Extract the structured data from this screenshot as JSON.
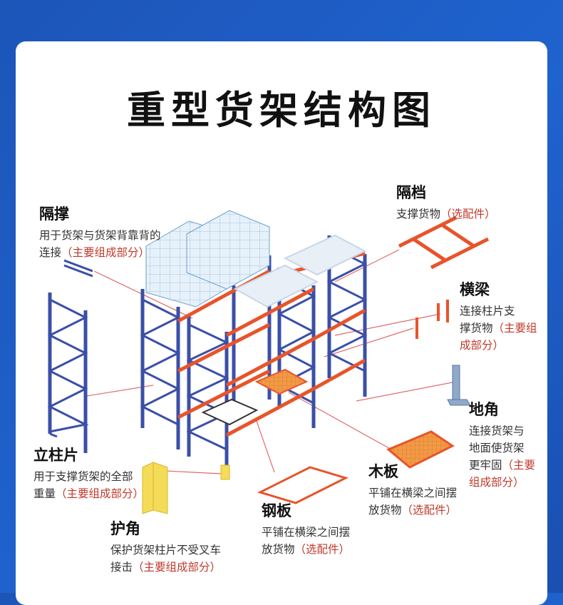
{
  "title": "重型货架结构图",
  "colors": {
    "background": "#1f5fcb",
    "frame_blue": "#3b4fa8",
    "beam_orange": "#e8542a",
    "note_red": "#c0392b",
    "connector_line": "#e06b6b",
    "cargo": "#cfe3f3",
    "yellow_guard": "#f5dc58"
  },
  "components": [
    {
      "id": "brace",
      "name": "隔撑",
      "desc_lines": [
        "用于货架与货架背靠背的",
        "连接"
      ],
      "note": "（主要组成部分）"
    },
    {
      "id": "divider",
      "name": "隔档",
      "desc_lines": [
        "支撑货物"
      ],
      "note": "（选配件）"
    },
    {
      "id": "beam",
      "name": "横梁",
      "desc_lines": [
        "连接柱片支",
        "撑货物"
      ],
      "note": "（主要组成部分）"
    },
    {
      "id": "base",
      "name": "地角",
      "desc_lines": [
        "连接货架与",
        "地面使货架",
        "更牢固"
      ],
      "note": "（主要组成部分）"
    },
    {
      "id": "upright",
      "name": "立柱片",
      "desc_lines": [
        "用于支撑货架的全部",
        "重量"
      ],
      "note": "（主要组成部分）"
    },
    {
      "id": "wood",
      "name": "木板",
      "desc_lines": [
        "平铺在横梁之间摆",
        "放货物"
      ],
      "note": "（选配件）"
    },
    {
      "id": "steel",
      "name": "钢板",
      "desc_lines": [
        "平铺在横梁之间摆",
        "放货物"
      ],
      "note": "（选配件）"
    },
    {
      "id": "guard",
      "name": "护角",
      "desc_lines": [
        "保护货架柱片不受叉车",
        "接击"
      ],
      "note": "（主要组成部分）"
    }
  ]
}
